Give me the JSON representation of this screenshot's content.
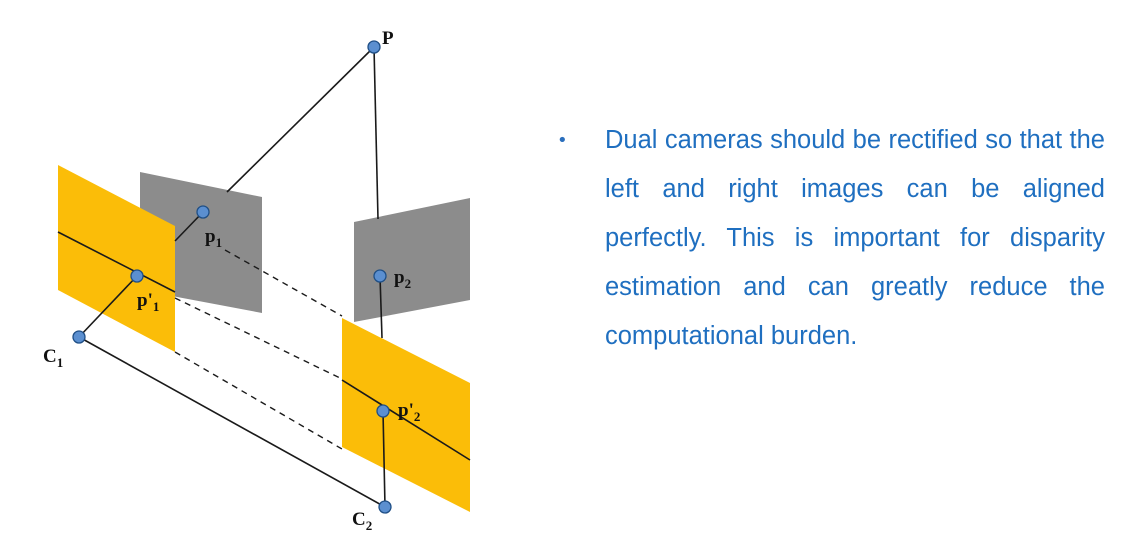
{
  "diagram": {
    "labels": {
      "P": {
        "main": "P",
        "sub": ""
      },
      "p1": {
        "main": "p",
        "sub": "1"
      },
      "p2": {
        "main": "p",
        "sub": "2"
      },
      "p1prime": {
        "main": "p'",
        "sub": "1"
      },
      "p2prime": {
        "main": "p'",
        "sub": "2"
      },
      "C1": {
        "main": "C",
        "sub": "1"
      },
      "C2": {
        "main": "C",
        "sub": "2"
      }
    },
    "colors": {
      "rectified_plane": "#fbbd08",
      "original_plane": "#8c8c8c",
      "point_fill": "#5b8fd0",
      "point_stroke": "#1f4f86",
      "line": "#1a1a1a"
    }
  },
  "bullet": {
    "marker": "•",
    "text": "Dual cameras should be rectified so that the left and right images can be aligned perfectly. This is important for disparity estimation and can greatly reduce the computational burden."
  }
}
